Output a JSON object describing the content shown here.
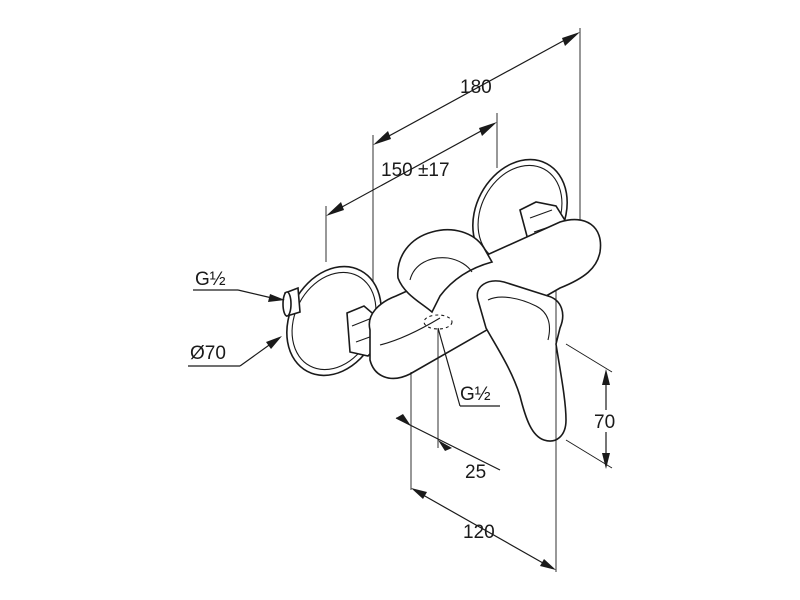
{
  "dimensions": {
    "overall_width": "180",
    "center_distance": "150 ±17",
    "inlet_thread": "G½",
    "rosette_diameter": "Ø70",
    "outlet_thread": "G½",
    "outlet_offset": "25",
    "depth": "120",
    "lever_height": "70"
  }
}
